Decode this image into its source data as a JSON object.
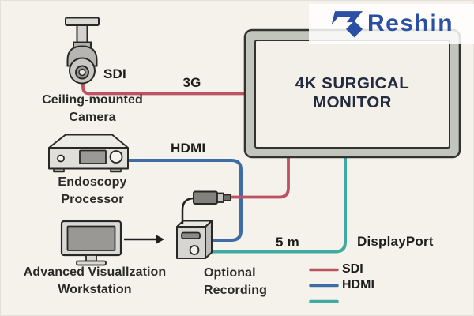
{
  "canvas": {
    "background": "#f5f2ec"
  },
  "colors": {
    "sdi": "#bd5263",
    "hdmi": "#3d6ca6",
    "displayport": "#3faaa2",
    "logo_blue": "#2a4fa3"
  },
  "logo": {
    "brand": "Reshin"
  },
  "monitor": {
    "title_line1": "4K SURGICAL",
    "title_line2": "MONITOR"
  },
  "devices": {
    "camera": {
      "port": "SDI",
      "name_line1": "Ceiling-mounted",
      "name_line2": "Camera"
    },
    "processor": {
      "port": "HDMI",
      "name_line1": "Endoscopy",
      "name_line2": "Processor"
    },
    "workstation": {
      "name_line1": "Advanced Visuallzation",
      "name_line2": "Workstation"
    },
    "recorder": {
      "name_line1": "Optional",
      "name_line2": "Recording"
    }
  },
  "connections": {
    "camera_to_monitor": "3G",
    "recorder_cable_length": "5 m",
    "monitor_port": "DisplayPort"
  },
  "legend": {
    "items": [
      {
        "label": "SDI",
        "color": "#bd5263"
      },
      {
        "label": "HDMI",
        "color": "#3d6ca6"
      },
      {
        "label": "",
        "color": "#3faaa2"
      }
    ]
  }
}
